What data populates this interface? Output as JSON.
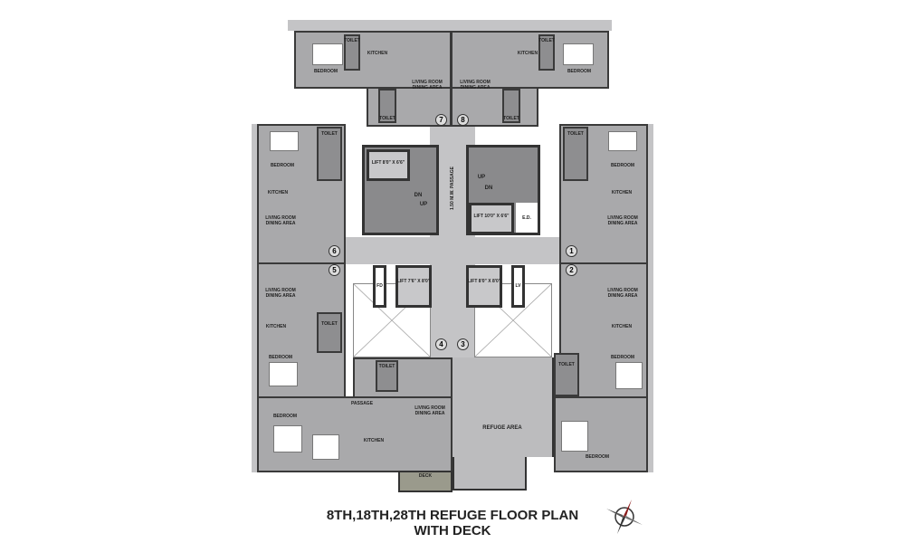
{
  "title": {
    "line1": "8TH,18TH,28TH REFUGE FLOOR PLAN",
    "line2": "WITH DECK"
  },
  "core": {
    "passage": "1.50 M.W. PASSAGE",
    "lift_top_left": "LIFT 8'0\" X 6'6\"",
    "lift_top_right": "LIFT 10'0\" X 6'6\"",
    "lift_mid_left": "LIFT 7'6\" X 8'0\"",
    "lift_mid_right": "LIFT 8'0\" X 8'0\"",
    "ed": "E.D.",
    "fd": "FD",
    "lv": "LV",
    "up": "UP",
    "dn": "DN",
    "refuge_area": "REFUGE AREA",
    "deck": "DECK"
  },
  "rooms": {
    "bedroom": "BEDROOM",
    "kitchen": "KITCHEN",
    "living": "LIVING ROOM DINING AREA",
    "toilet": "TOILET",
    "passage": "PASSAGE"
  },
  "units": [
    "1",
    "2",
    "3",
    "4",
    "5",
    "6",
    "7",
    "8"
  ],
  "compass_icon": "north-arrow-compass"
}
